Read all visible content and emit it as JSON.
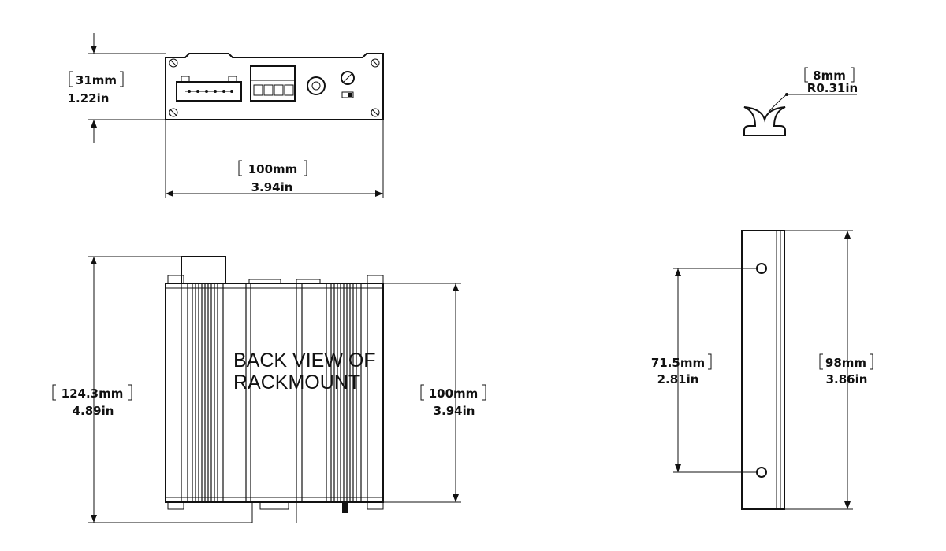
{
  "front_view": {
    "height_dim": {
      "mm": "31mm",
      "in": "1.22in"
    },
    "width_dim": {
      "mm": "100mm",
      "in": "3.94in"
    }
  },
  "detail_view": {
    "radius_dim": {
      "mm": "8mm",
      "in": "R0.31in"
    }
  },
  "side_view": {
    "overlay_text": {
      "line1": "BACK VIEW OF",
      "line2": "RACKMOUNT"
    },
    "total_height_dim": {
      "mm": "124.3mm",
      "in": "4.89in"
    },
    "body_height_dim": {
      "mm": "100mm",
      "in": "3.94in"
    }
  },
  "bracket_view": {
    "hole_spacing_dim": {
      "mm": "71.5mm",
      "in": "2.81in"
    },
    "length_dim": {
      "mm": "98mm",
      "in": "3.86in"
    }
  }
}
